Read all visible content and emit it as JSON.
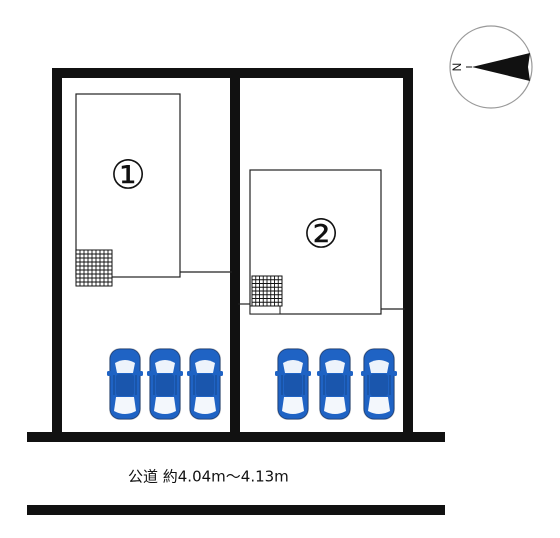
{
  "lots": [
    {
      "number": "1",
      "label": "①"
    },
    {
      "number": "2",
      "label": "②"
    }
  ],
  "road": {
    "label": "公道 約4.04m〜4.13m"
  },
  "compass": {
    "north_label": "N"
  },
  "parking": {
    "lot1_cars": 3,
    "lot2_cars": 3,
    "car_color": "#1f63c4"
  },
  "colors": {
    "wall": "#111111",
    "line": "#222222",
    "car_body": "#1f63c4",
    "car_roof": "#1a56ad",
    "window": "#ffffff",
    "background": "#ffffff"
  }
}
